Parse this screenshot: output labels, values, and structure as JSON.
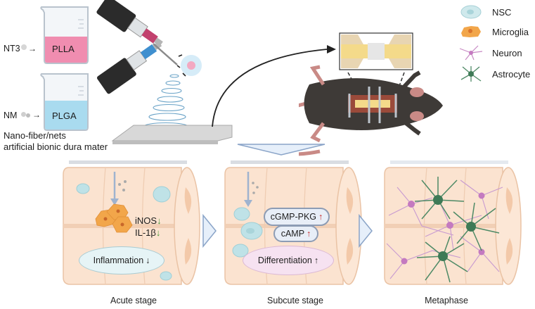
{
  "fabrication": {
    "beaker_top_label": "PLLA",
    "beaker_top_input": "NT3",
    "beaker_bottom_label": "PLGA",
    "beaker_bottom_input": "NM",
    "caption_line1": "Nano-fiber/nets",
    "caption_line2": "artificial bionic dura mater",
    "colors": {
      "plla": "#f08db0",
      "plga": "#a9dbef"
    }
  },
  "legend": {
    "items": [
      {
        "label": "NSC",
        "icon": "nsc-cell-icon"
      },
      {
        "label": "Microglia",
        "icon": "microglia-icon"
      },
      {
        "label": "Neuron",
        "icon": "neuron-icon"
      },
      {
        "label": "Astrocyte",
        "icon": "astrocyte-icon"
      }
    ]
  },
  "stages": [
    {
      "title": "Acute stage",
      "markers": [
        {
          "text": "iNOS",
          "arrow": "↓"
        },
        {
          "text": "IL-1β",
          "arrow": "↓"
        }
      ],
      "outcome": {
        "text": "Inflammation",
        "arrow": "↓"
      }
    },
    {
      "title": "Subcute stage",
      "markers": [
        {
          "text": "cGMP-PKG",
          "arrow": "↑"
        },
        {
          "text": "cAMP",
          "arrow": "↑"
        }
      ],
      "outcome": {
        "text": "Differentiation",
        "arrow": "↑"
      }
    },
    {
      "title": "Metaphase"
    }
  ]
}
